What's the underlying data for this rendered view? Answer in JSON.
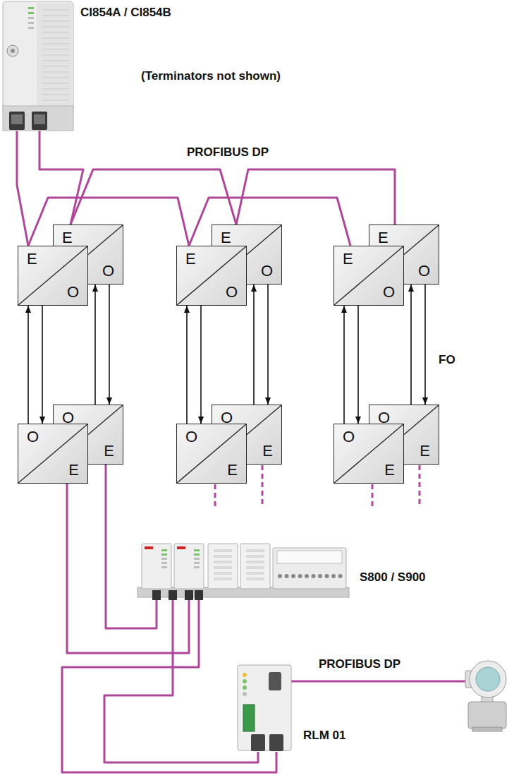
{
  "diagram": {
    "nodes": [
      {
        "text": [
          "CI854A / CI854B"
        ]
      },
      {
        "text": [
          "E",
          "O"
        ]
      },
      {
        "text": [
          "E",
          "O"
        ]
      },
      {
        "text": [
          "E",
          "O"
        ]
      },
      {
        "text": [
          "E",
          "O"
        ]
      },
      {
        "text": [
          "E",
          "O"
        ]
      },
      {
        "text": [
          "E",
          "O"
        ]
      },
      {
        "text": [
          "O",
          "E"
        ]
      },
      {
        "text": [
          "O",
          "E"
        ]
      },
      {
        "text": [
          "O",
          "E"
        ]
      },
      {
        "text": [
          "O",
          "E"
        ]
      },
      {
        "text": [
          "O",
          "E"
        ]
      },
      {
        "text": [
          "O",
          "E"
        ]
      },
      {
        "text": [
          "S800 / S900"
        ]
      },
      {
        "text": [
          "RLM 01"
        ]
      }
    ],
    "edges": [
      {
        "from": 0,
        "to": 1,
        "arrow": "none"
      },
      {
        "from": 0,
        "to": 2,
        "arrow": "none"
      },
      {
        "from": 1,
        "to": 3,
        "arrow": "none"
      },
      {
        "from": 3,
        "to": 5,
        "arrow": "none"
      },
      {
        "from": 2,
        "to": 4,
        "arrow": "none"
      },
      {
        "from": 4,
        "to": 6,
        "arrow": "none"
      },
      {
        "from": 7,
        "to": 1,
        "arrow": "to"
      },
      {
        "from": 1,
        "to": 7,
        "arrow": "to"
      },
      {
        "from": 8,
        "to": 2,
        "arrow": "to"
      },
      {
        "from": 2,
        "to": 8,
        "arrow": "to"
      },
      {
        "from": 9,
        "to": 3,
        "arrow": "to"
      },
      {
        "from": 3,
        "to": 9,
        "arrow": "to"
      },
      {
        "from": 10,
        "to": 4,
        "arrow": "to"
      },
      {
        "from": 4,
        "to": 10,
        "arrow": "to"
      },
      {
        "from": 11,
        "to": 5,
        "arrow": "to"
      },
      {
        "from": 5,
        "to": 11,
        "arrow": "to"
      },
      {
        "from": 12,
        "to": 6,
        "arrow": "to"
      },
      {
        "from": 6,
        "to": 12,
        "arrow": "to"
      },
      {
        "from": 7,
        "to": 13,
        "arrow": "none"
      },
      {
        "from": 8,
        "to": 13,
        "arrow": "none"
      },
      {
        "from": 13,
        "to": 14,
        "arrow": "none"
      },
      {
        "from": 13,
        "to": 14,
        "arrow": "none"
      }
    ],
    "labels": [
      "(Terminators not shown)",
      "PROFIBUS DP",
      "FO",
      "PROFIBUS DP"
    ]
  }
}
